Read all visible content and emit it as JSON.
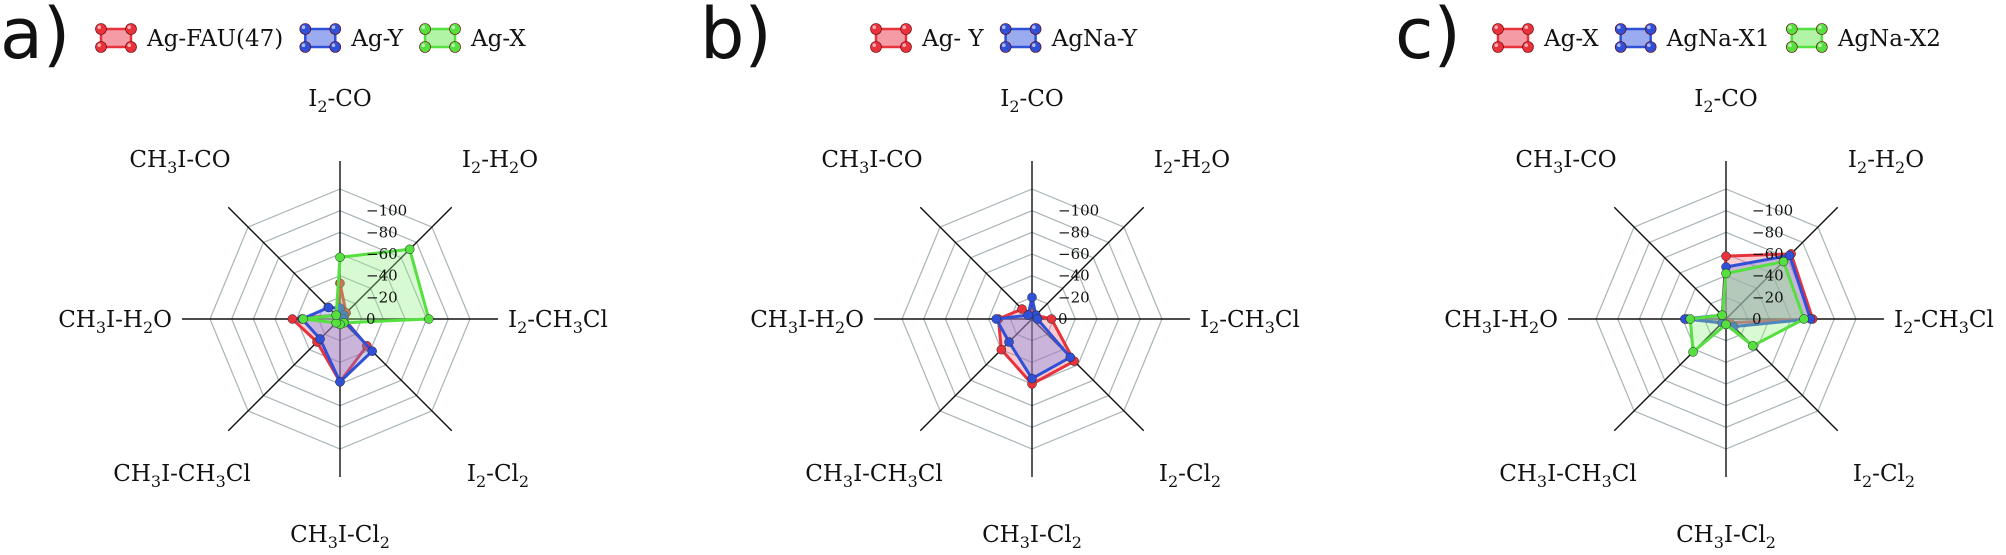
{
  "chart_data": [
    {
      "type": "radar",
      "panel": "a)",
      "axes": [
        {
          "id": "i2_co",
          "parts": [
            [
              "I",
              ""
            ],
            [
              "2",
              "sub"
            ],
            [
              "-CO",
              ""
            ]
          ]
        },
        {
          "id": "i2_h2o",
          "parts": [
            [
              "I",
              ""
            ],
            [
              "2",
              "sub"
            ],
            [
              "-H",
              ""
            ],
            [
              "2",
              "sub"
            ],
            [
              "O",
              ""
            ]
          ]
        },
        {
          "id": "i2_ch3cl",
          "parts": [
            [
              "I",
              ""
            ],
            [
              "2",
              "sub"
            ],
            [
              "-CH",
              ""
            ],
            [
              "3",
              "sub"
            ],
            [
              "Cl",
              ""
            ]
          ]
        },
        {
          "id": "i2_cl2",
          "parts": [
            [
              "I",
              ""
            ],
            [
              "2",
              "sub"
            ],
            [
              "-Cl",
              ""
            ],
            [
              "2",
              "sub"
            ]
          ]
        },
        {
          "id": "ch3i_cl2",
          "parts": [
            [
              "CH",
              ""
            ],
            [
              "3",
              "sub"
            ],
            [
              "I-Cl",
              ""
            ],
            [
              "2",
              "sub"
            ]
          ]
        },
        {
          "id": "ch3i_ch3cl",
          "parts": [
            [
              "CH",
              ""
            ],
            [
              "3",
              "sub"
            ],
            [
              "I-CH",
              ""
            ],
            [
              "3",
              "sub"
            ],
            [
              "Cl",
              ""
            ]
          ]
        },
        {
          "id": "ch3i_h2o",
          "parts": [
            [
              "CH",
              ""
            ],
            [
              "3",
              "sub"
            ],
            [
              "I-H",
              ""
            ],
            [
              "2",
              "sub"
            ],
            [
              "O",
              ""
            ]
          ]
        },
        {
          "id": "ch3i_co",
          "parts": [
            [
              "CH",
              ""
            ],
            [
              "3",
              "sub"
            ],
            [
              "I-CO",
              ""
            ]
          ]
        }
      ],
      "radial_ticks": [
        "0",
        "−20",
        "−40",
        "−60",
        "−80",
        "−100"
      ],
      "rlim": [
        0,
        -120
      ],
      "series": [
        {
          "name": "Ag-FAU(47)",
          "color": "#e8323c",
          "fill": "#f07080",
          "values": [
            -33,
            -8,
            -4,
            -35,
            -58,
            -30,
            -44,
            -5
          ]
        },
        {
          "name": "Ag-Y",
          "color": "#3050d8",
          "fill": "#7088e8",
          "values": [
            -10,
            -5,
            -3,
            -42,
            -58,
            -26,
            -35,
            -15
          ]
        },
        {
          "name": "Ag-X",
          "color": "#55e040",
          "fill": "#90f080",
          "values": [
            -57,
            -91,
            -82,
            -5,
            -5,
            -5,
            -34,
            -5
          ]
        }
      ]
    },
    {
      "type": "radar",
      "panel": "b)",
      "axes": [
        {
          "id": "i2_co",
          "parts": [
            [
              "I",
              ""
            ],
            [
              "2",
              "sub"
            ],
            [
              "-CO",
              ""
            ]
          ]
        },
        {
          "id": "i2_h2o",
          "parts": [
            [
              "I",
              ""
            ],
            [
              "2",
              "sub"
            ],
            [
              "-H",
              ""
            ],
            [
              "2",
              "sub"
            ],
            [
              "O",
              ""
            ]
          ]
        },
        {
          "id": "i2_ch3cl",
          "parts": [
            [
              "I",
              ""
            ],
            [
              "2",
              "sub"
            ],
            [
              "-CH",
              ""
            ],
            [
              "3",
              "sub"
            ],
            [
              "Cl",
              ""
            ]
          ]
        },
        {
          "id": "i2_cl2",
          "parts": [
            [
              "I",
              ""
            ],
            [
              "2",
              "sub"
            ],
            [
              "-Cl",
              ""
            ],
            [
              "2",
              "sub"
            ]
          ]
        },
        {
          "id": "ch3i_cl2",
          "parts": [
            [
              "CH",
              ""
            ],
            [
              "3",
              "sub"
            ],
            [
              "I-Cl",
              ""
            ],
            [
              "2",
              "sub"
            ]
          ]
        },
        {
          "id": "ch3i_ch3cl",
          "parts": [
            [
              "CH",
              ""
            ],
            [
              "3",
              "sub"
            ],
            [
              "I-CH",
              ""
            ],
            [
              "3",
              "sub"
            ],
            [
              "Cl",
              ""
            ]
          ]
        },
        {
          "id": "ch3i_h2o",
          "parts": [
            [
              "CH",
              ""
            ],
            [
              "3",
              "sub"
            ],
            [
              "I-H",
              ""
            ],
            [
              "2",
              "sub"
            ],
            [
              "O",
              ""
            ]
          ]
        },
        {
          "id": "ch3i_co",
          "parts": [
            [
              "CH",
              ""
            ],
            [
              "3",
              "sub"
            ],
            [
              "I-CO",
              ""
            ]
          ]
        }
      ],
      "radial_ticks": [
        "0",
        "−20",
        "−40",
        "−60",
        "−80",
        "−100"
      ],
      "rlim": [
        0,
        -120
      ],
      "series": [
        {
          "name": "Ag- Y",
          "color": "#e8323c",
          "fill": "#f07080",
          "values": [
            -5,
            -5,
            -18,
            -55,
            -60,
            -40,
            -31,
            -13
          ]
        },
        {
          "name": "AgNa-Y",
          "color": "#3050d8",
          "fill": "#7088e8",
          "values": [
            -20,
            -5,
            -5,
            -50,
            -55,
            -30,
            -33,
            -5
          ]
        }
      ]
    },
    {
      "type": "radar",
      "panel": "c)",
      "axes": [
        {
          "id": "i2_co",
          "parts": [
            [
              "I",
              ""
            ],
            [
              "2",
              "sub"
            ],
            [
              "-CO",
              ""
            ]
          ]
        },
        {
          "id": "i2_h2o",
          "parts": [
            [
              "I",
              ""
            ],
            [
              "2",
              "sub"
            ],
            [
              "-H",
              ""
            ],
            [
              "2",
              "sub"
            ],
            [
              "O",
              ""
            ]
          ]
        },
        {
          "id": "i2_ch3cl",
          "parts": [
            [
              "I",
              ""
            ],
            [
              "2",
              "sub"
            ],
            [
              "-CH",
              ""
            ],
            [
              "3",
              "sub"
            ],
            [
              "Cl",
              ""
            ]
          ]
        },
        {
          "id": "i2_cl2",
          "parts": [
            [
              "I",
              ""
            ],
            [
              "2",
              "sub"
            ],
            [
              "-Cl",
              ""
            ],
            [
              "2",
              "sub"
            ]
          ]
        },
        {
          "id": "ch3i_cl2",
          "parts": [
            [
              "CH",
              ""
            ],
            [
              "3",
              "sub"
            ],
            [
              "I-Cl",
              ""
            ],
            [
              "2",
              "sub"
            ]
          ]
        },
        {
          "id": "ch3i_ch3cl",
          "parts": [
            [
              "CH",
              ""
            ],
            [
              "3",
              "sub"
            ],
            [
              "I-CH",
              ""
            ],
            [
              "3",
              "sub"
            ],
            [
              "Cl",
              ""
            ]
          ]
        },
        {
          "id": "ch3i_h2o",
          "parts": [
            [
              "CH",
              ""
            ],
            [
              "3",
              "sub"
            ],
            [
              "I-H",
              ""
            ],
            [
              "2",
              "sub"
            ],
            [
              "O",
              ""
            ]
          ]
        },
        {
          "id": "ch3i_co",
          "parts": [
            [
              "CH",
              ""
            ],
            [
              "3",
              "sub"
            ],
            [
              "I-CO",
              ""
            ]
          ]
        }
      ],
      "radial_ticks": [
        "0",
        "−20",
        "−40",
        "−60",
        "−80",
        "−100"
      ],
      "rlim": [
        0,
        -120
      ],
      "series": [
        {
          "name": "Ag-X",
          "color": "#e8323c",
          "fill": "#f07080",
          "values": [
            -58,
            -85,
            -80,
            -5,
            -5,
            -5,
            -36,
            -5
          ]
        },
        {
          "name": "AgNa-X1",
          "color": "#3050d8",
          "fill": "#7088e8",
          "values": [
            -48,
            -83,
            -78,
            -10,
            -5,
            -5,
            -38,
            -5
          ]
        },
        {
          "name": "AgNa-X2",
          "color": "#55e040",
          "fill": "#90f080",
          "values": [
            -42,
            -75,
            -72,
            -35,
            -5,
            -43,
            -33,
            -5
          ]
        }
      ]
    }
  ]
}
